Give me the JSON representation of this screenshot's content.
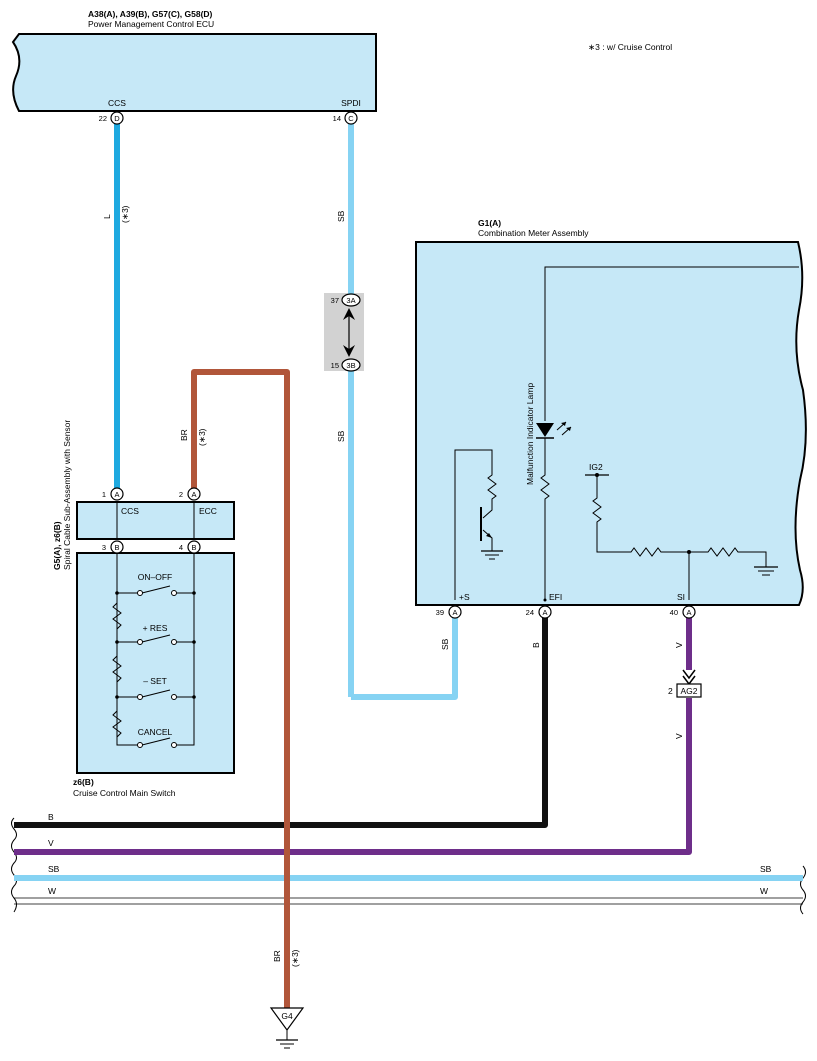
{
  "colors": {
    "L": "#1ea9e0",
    "SB": "#86d3f3",
    "BR": "#b1563a",
    "B": "#111111",
    "V": "#6e2e8a",
    "W": "#ffffff",
    "box_fill": "#c6e8f7",
    "junction_fill": "#d2d2d2"
  },
  "note": "∗3 : w/ Cruise Control",
  "ecu": {
    "codes": "A38(A), A39(B), G57(C), G58(D)",
    "name": "Power Management Control ECU",
    "terminals": [
      {
        "name": "CCS",
        "pin": "22",
        "conn": "D"
      },
      {
        "name": "SPDI",
        "pin": "14",
        "conn": "C"
      }
    ]
  },
  "meter": {
    "code": "G1(A)",
    "name": "Combination Meter Assembly",
    "lamp": "Malfunction Indicator Lamp",
    "ig2": "IG2",
    "terminals": [
      {
        "name": "+S",
        "pin": "39",
        "conn": "A"
      },
      {
        "name": "EFI",
        "pin": "24",
        "conn": "A"
      },
      {
        "name": "SI",
        "pin": "40",
        "conn": "A"
      }
    ]
  },
  "junction": {
    "top": {
      "pin": "37",
      "conn": "3A"
    },
    "bottom": {
      "pin": "15",
      "conn": "3B"
    }
  },
  "spiral": {
    "code": "G5(A), z6(B)",
    "name": "Spiral Cable Sub-Assembly with Sensor",
    "top_pins": [
      {
        "pin": "1",
        "conn": "A",
        "name": "CCS"
      },
      {
        "pin": "2",
        "conn": "A",
        "name": "ECC"
      }
    ],
    "bottom_pins": [
      {
        "pin": "3",
        "conn": "B"
      },
      {
        "pin": "4",
        "conn": "B"
      }
    ]
  },
  "main_switch": {
    "code": "z6(B)",
    "name": "Cruise Control Main Switch",
    "switches": [
      "ON–OFF",
      "+ RES",
      "– SET",
      "CANCEL"
    ]
  },
  "wires": {
    "ccs": {
      "color": "L",
      "note": "(∗3)"
    },
    "spdi_upper": {
      "color": "SB"
    },
    "spdi_lower": {
      "color": "SB"
    },
    "br_top": {
      "color": "BR",
      "note": "(∗3)"
    },
    "br_bottom": {
      "color": "BR",
      "note": "(∗3)"
    },
    "plus_s": {
      "color": "SB"
    },
    "efi": {
      "color": "B"
    },
    "si_upper": {
      "color": "V"
    },
    "si_lower": {
      "color": "V"
    }
  },
  "ag2": {
    "pin": "2",
    "name": "AG2"
  },
  "ground": {
    "name": "G4"
  },
  "buses": [
    {
      "label": "B"
    },
    {
      "label": "V"
    },
    {
      "label": "SB",
      "right_label": "SB"
    },
    {
      "label": "W",
      "right_label": "W"
    }
  ]
}
